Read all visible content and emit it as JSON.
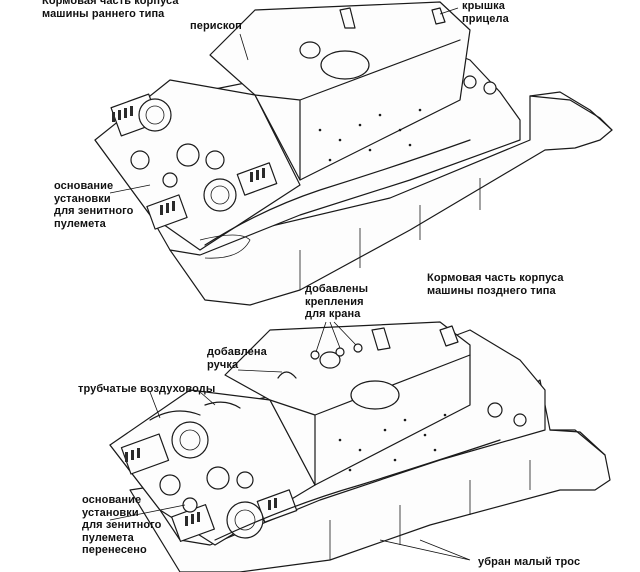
{
  "labels": {
    "early_stern": "Кормовая часть корпуса\nмашины раннего типа",
    "periscope": "перископ",
    "sight_cover": "крышка\nприцела",
    "aa_mount_early": "основание\nустановки\nдля зенитного\nпулемета",
    "late_stern": "Кормовая часть корпуса\nмашины позднего типа",
    "crane_mounts": "добавлены\nкрепления\nдля крана",
    "handle_added": "добавлена\nручка",
    "tubular_ducts": "трубчатые воздуховоды",
    "aa_mount_moved": "основание\nустановки\nдля зенитного\nпулемета\nперенесено",
    "small_cable_removed": "убран малый трос"
  },
  "colors": {
    "ink": "#1a1a1a",
    "paper": "#ffffff"
  }
}
